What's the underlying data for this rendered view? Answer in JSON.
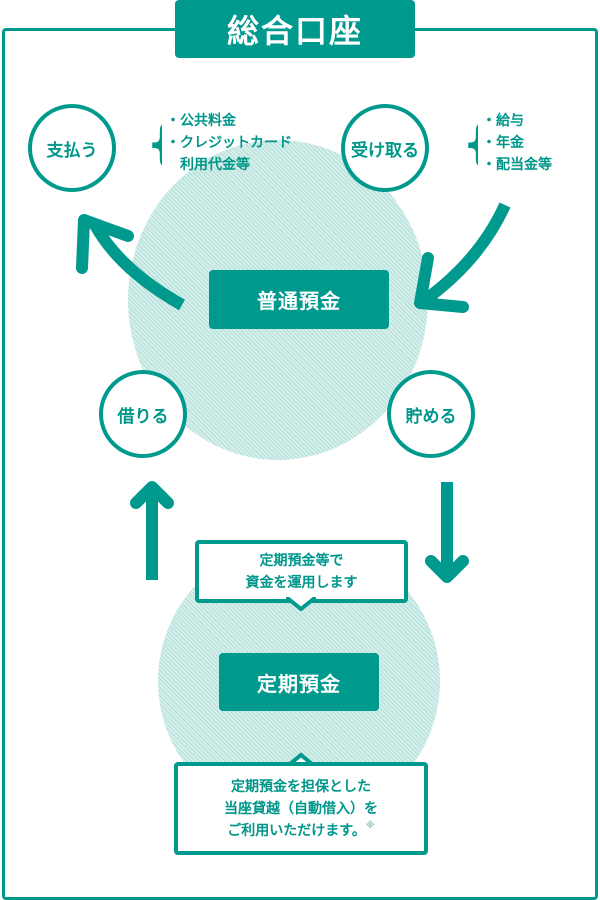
{
  "title": "総合口座",
  "nodes": {
    "pay": "支払う",
    "receive": "受け取る",
    "borrow": "借りる",
    "save": "貯める"
  },
  "pay_items": [
    "公共料金",
    "クレジットカード",
    "利用代金等"
  ],
  "receive_items": [
    "給与",
    "年金",
    "配当金等"
  ],
  "bullet": "・",
  "brace": "{",
  "futsu": "普通預金",
  "teiki": "定期預金",
  "callout_top": [
    "定期預金等で",
    "資金を運用します"
  ],
  "callout_bottom": [
    "定期預金を担保とした",
    "当座貸越（自動借入）を",
    "ご利用いただけます。"
  ],
  "note_mark": "※",
  "colors": {
    "accent": "#00998d",
    "background": "#ffffff",
    "pattern": "#d7efeb"
  }
}
